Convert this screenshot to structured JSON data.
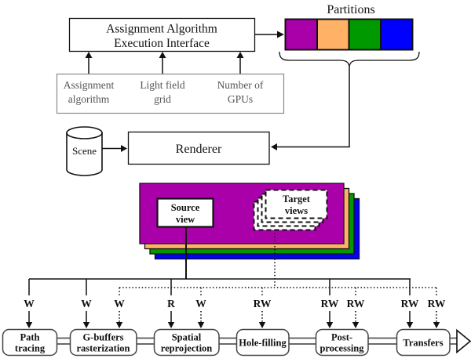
{
  "colors": {
    "partition1": "#AA00AA",
    "partition2": "#FFB266",
    "partition3": "#009900",
    "partition4": "#0000FF",
    "line": "#111111",
    "muted_text": "#555555"
  },
  "top": {
    "partitions_label": "Partitions",
    "interface": {
      "line1": "Assignment Algorithm",
      "line2": "Execution Interface"
    },
    "inputs": [
      {
        "line1": "Assignment",
        "line2": "algorithm"
      },
      {
        "line1": "Light field",
        "line2": "grid"
      },
      {
        "line1": "Number of",
        "line2": "GPUs"
      }
    ],
    "scene_label": "Scene",
    "renderer_label": "Renderer"
  },
  "views": {
    "source": {
      "line1": "Source",
      "line2": "view"
    },
    "target": {
      "line1": "Target",
      "line2": "views"
    }
  },
  "pipeline": {
    "access": [
      "W",
      "W",
      "W",
      "R",
      "W",
      "RW",
      "RW",
      "RW",
      "RW",
      "RW"
    ],
    "stages": [
      {
        "line1": "Path",
        "line2": "tracing"
      },
      {
        "line1": "G-buffers",
        "line2": "rasterization"
      },
      {
        "line1": "Spatial",
        "line2": "reprojection"
      },
      {
        "line1": "Hole-filling"
      },
      {
        "line1": "Post-",
        "line2": "processing"
      },
      {
        "line1": "Transfers"
      }
    ]
  }
}
